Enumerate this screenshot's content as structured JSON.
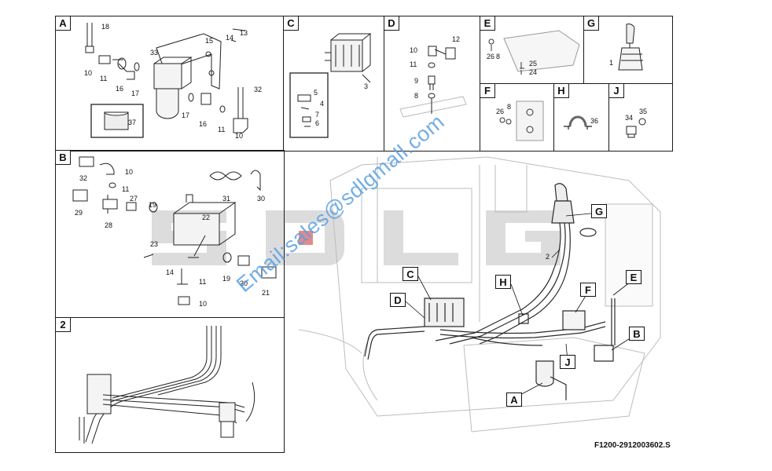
{
  "figure_code": "F1200-2912003602.S",
  "watermark": "Email:sales@sdlgmall.com",
  "panels": {
    "A": {
      "label": "A",
      "parts": [
        "18",
        "10",
        "11",
        "16",
        "17",
        "33",
        "15",
        "14",
        "13",
        "37",
        "17",
        "16",
        "11",
        "10",
        "32"
      ]
    },
    "B": {
      "label": "B",
      "parts": [
        "32",
        "10",
        "11",
        "29",
        "28",
        "27",
        "19",
        "22",
        "31",
        "30",
        "23",
        "14",
        "11",
        "10",
        "19",
        "20",
        "21"
      ]
    },
    "C": {
      "label": "C",
      "parts": [
        "3",
        "5",
        "4",
        "7",
        "6"
      ]
    },
    "D": {
      "label": "D",
      "parts": [
        "10",
        "12",
        "11",
        "9",
        "8"
      ]
    },
    "E": {
      "label": "E",
      "parts": [
        "26",
        "8",
        "25",
        "24"
      ]
    },
    "F": {
      "label": "F",
      "parts": [
        "26",
        "8"
      ]
    },
    "G": {
      "label": "G",
      "parts": [
        "1"
      ]
    },
    "H": {
      "label": "H",
      "parts": [
        "36"
      ]
    },
    "J": {
      "label": "J",
      "parts": [
        "35",
        "34"
      ]
    },
    "2": {
      "label": "2"
    }
  },
  "main_view": {
    "callouts": [
      "G",
      "C",
      "H",
      "D",
      "F",
      "E",
      "B",
      "J",
      "A"
    ],
    "part_label": "2"
  }
}
